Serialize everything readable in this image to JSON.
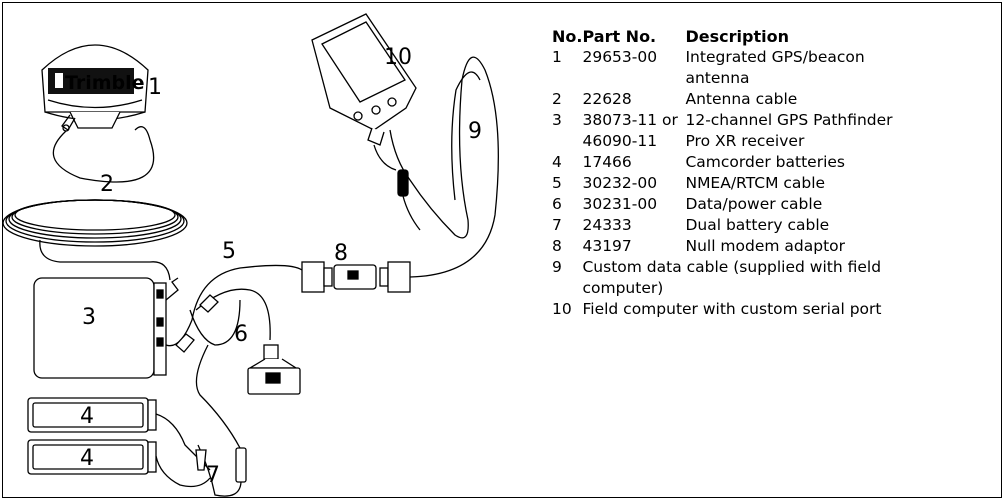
{
  "brand_label": "Trimble",
  "callouts": [
    "1",
    "2",
    "3",
    "4",
    "4",
    "5",
    "6",
    "7",
    "8",
    "9",
    "10"
  ],
  "table": {
    "headers": [
      "No.",
      "Part No.",
      "Description"
    ],
    "rows": [
      {
        "no": "1",
        "part": "29653-00",
        "desc": "Integrated GPS/beacon"
      },
      {
        "no": "",
        "part": "",
        "desc": "antenna"
      },
      {
        "no": "2",
        "part": "22628",
        "desc": "Antenna cable"
      },
      {
        "no": "3",
        "part": "38073-11 or",
        "desc": "12-channel GPS Pathfinder"
      },
      {
        "no": "",
        "part": "46090-11",
        "desc": "Pro XR receiver"
      },
      {
        "no": "4",
        "part": "17466",
        "desc": "Camcorder batteries"
      },
      {
        "no": "5",
        "part": "30232-00",
        "desc": "NMEA/RTCM cable"
      },
      {
        "no": "6",
        "part": "30231-00",
        "desc": "Data/power cable"
      },
      {
        "no": "7",
        "part": "24333",
        "desc": "Dual battery cable"
      },
      {
        "no": "8",
        "part": "43197",
        "desc": "Null modem adaptor"
      },
      {
        "no": "9",
        "part": "Custom data cable (supplied with field",
        "desc": ""
      },
      {
        "no": "",
        "part": "computer)",
        "desc": ""
      },
      {
        "no": "10",
        "part": "Field computer with custom serial port",
        "desc": ""
      }
    ]
  }
}
